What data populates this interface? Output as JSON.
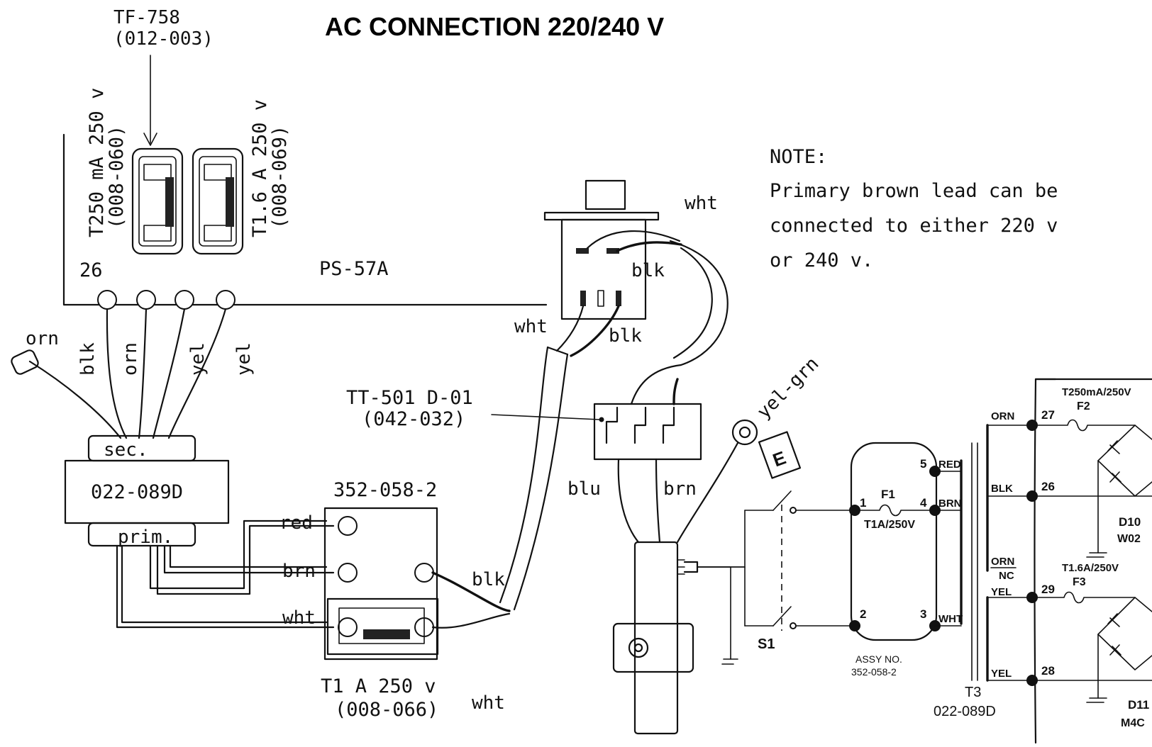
{
  "title": "AC CONNECTION   220/240 V",
  "note": {
    "heading": "NOTE:",
    "lines": [
      "Primary brown lead can be",
      "connected to either 220 v",
      "or 240 v."
    ]
  },
  "fuse_holder": {
    "part": "TF-758",
    "number": "(012-003)"
  },
  "fuse_left": {
    "rating": "T250 mA 250 v",
    "number": "(008-060)"
  },
  "fuse_right": {
    "rating": "T1.6 A 250 v",
    "number": "(008-069)"
  },
  "board_label": "PS-57A",
  "pin_26": "26",
  "secondary_leads": [
    "orn",
    "blk",
    "orn",
    "yel",
    "yel"
  ],
  "transformer": {
    "sec": "sec.",
    "part": "022-089D",
    "prim": "prim."
  },
  "switch_assy": {
    "part": "352-058-2",
    "leads": [
      "red",
      "brn",
      "wht"
    ],
    "out_top": "blk",
    "out_bottom": "wht"
  },
  "fuse_bottom": {
    "rating": "T1 A 250 v",
    "number": "(008-066)"
  },
  "switch_labels": {
    "wht_top": "wht",
    "blk_top": "blk",
    "wht_left": "wht",
    "blk_left": "blk"
  },
  "terminal": {
    "part": "TT-501 D-01",
    "number": "(042-032)"
  },
  "cord_leads": {
    "blu": "blu",
    "brn": "brn",
    "gnd": "yel-grn"
  },
  "earth_symbol": "E",
  "schematic": {
    "pins": {
      "p1": "1",
      "p2": "2",
      "p3": "3",
      "p4": "4",
      "p5": "5"
    },
    "primary_labels": {
      "red": "RED",
      "brn": "BRN",
      "wht": "WHT"
    },
    "fuse_f1": {
      "name": "F1",
      "rating": "T1A/250V"
    },
    "switch": "S1",
    "assy_label": "ASSY NO.",
    "assy_number": "352-058-2",
    "t3_name": "T3",
    "t3_part": "022-089D",
    "secondary": {
      "orn_top": "ORN",
      "blk": "BLK",
      "orn_nc": "ORN",
      "nc": "NC",
      "yel_1": "YEL",
      "yel_2": "YEL",
      "pin_27": "27",
      "pin_26": "26",
      "pin_29": "29",
      "pin_28": "28"
    },
    "fuse_f2": {
      "rating": "T250mA/250V",
      "name": "F2"
    },
    "fuse_f3": {
      "rating": "T1.6A/250V",
      "name": "F3"
    },
    "d10": {
      "name": "D10",
      "part": "W02"
    },
    "d11": {
      "name": "D11",
      "part": "M4C"
    }
  }
}
